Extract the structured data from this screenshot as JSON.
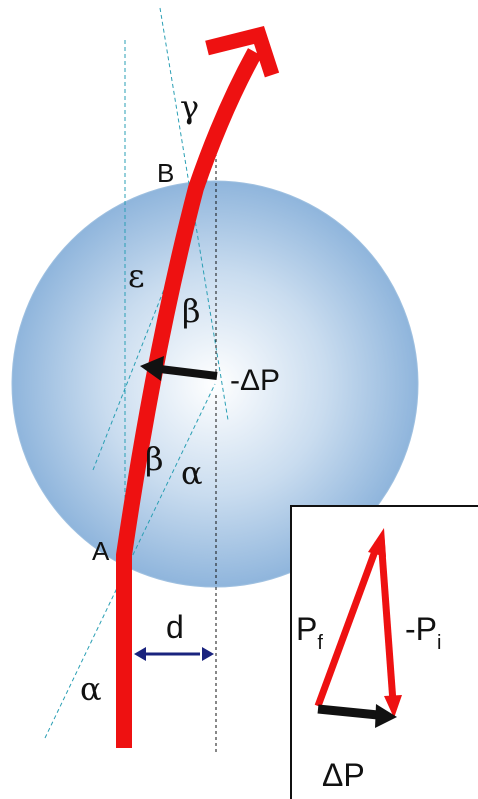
{
  "colors": {
    "sphere_center": "#ffffff",
    "sphere_mid": "#c9dcef",
    "sphere_edge": "#8fb5dc",
    "beam": "#ee1111",
    "momentum_arrow": "#111111",
    "dimension_arrow": "#1a237e",
    "dashed_line": "#2a9fb4",
    "axis_line": "#111111",
    "inset_border": "#111111"
  },
  "labels": {
    "gamma": "γ",
    "point_b": "B",
    "epsilon": "ε",
    "beta_upper": "β",
    "neg_delta_p": "-ΔP",
    "beta_lower": "β",
    "alpha_inner": "α",
    "point_a": "A",
    "distance": "d",
    "alpha_outer": "α"
  },
  "inset": {
    "p_final": {
      "main": "P",
      "sub": "f"
    },
    "neg_p_initial": {
      "main": "-P",
      "sub": "i"
    },
    "delta_p": "ΔP"
  }
}
